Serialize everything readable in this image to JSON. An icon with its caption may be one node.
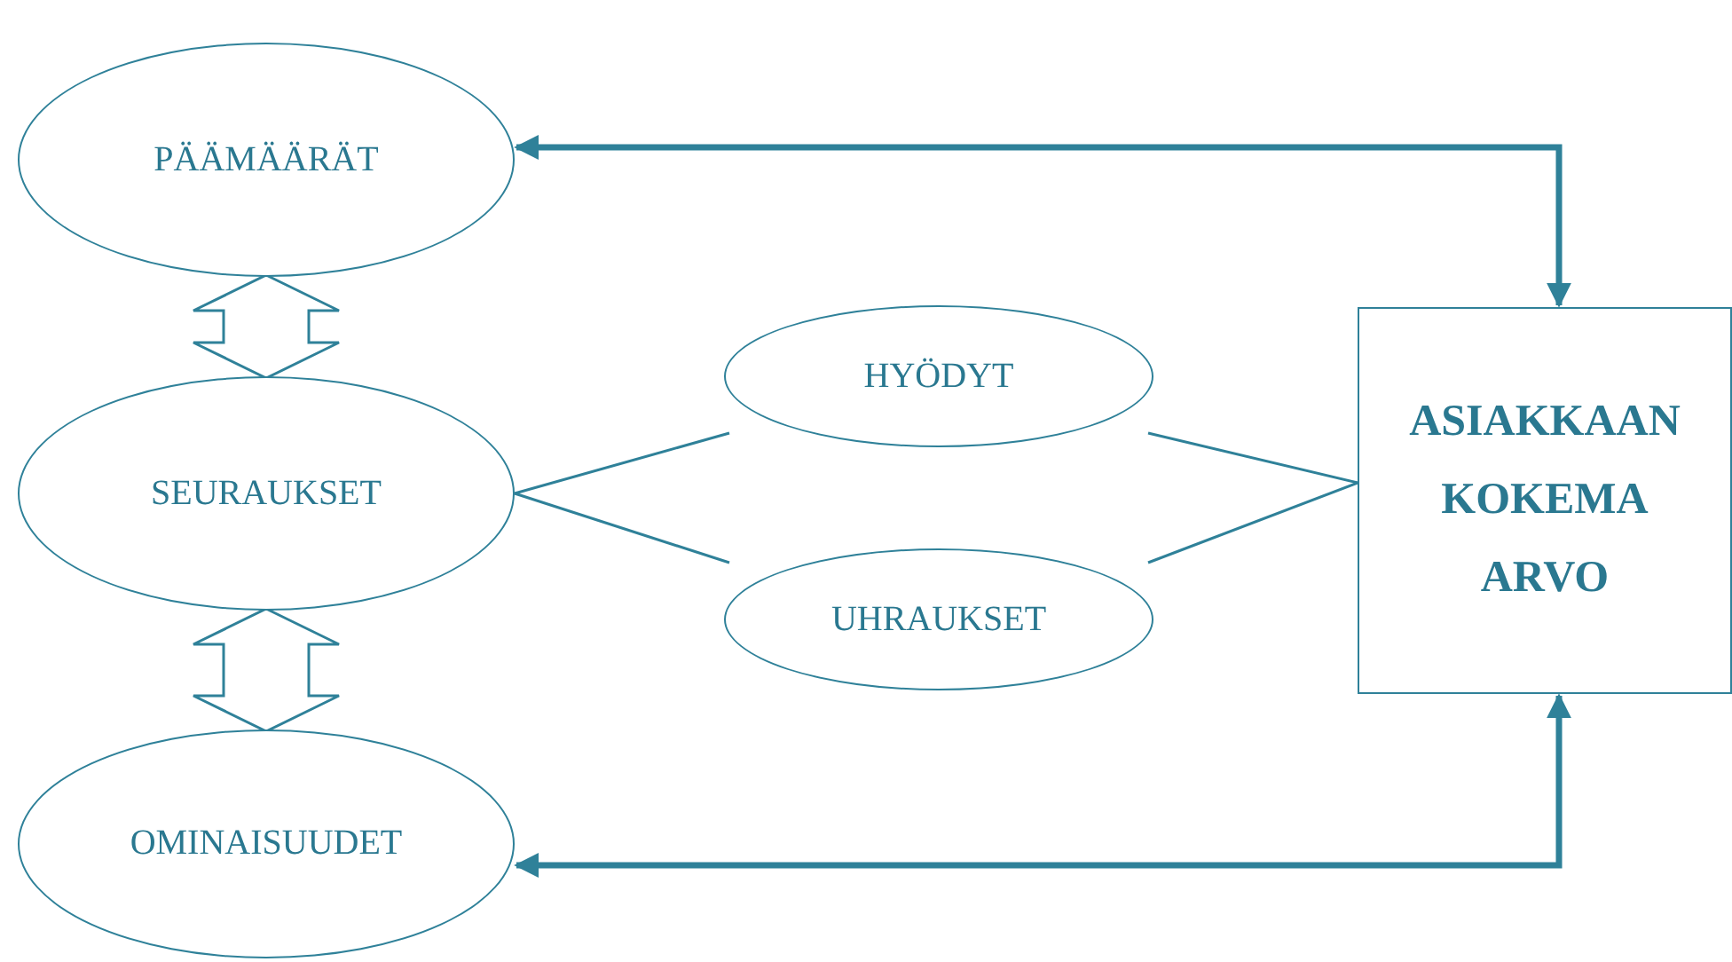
{
  "diagram": {
    "nodes": [
      {
        "text": [
          "PÄÄMÄÄRÄT"
        ]
      },
      {
        "text": [
          "SEURAUKSET"
        ]
      },
      {
        "text": [
          "OMINAISUUDET"
        ]
      },
      {
        "text": [
          "HYÖDYT"
        ]
      },
      {
        "text": [
          "UHRAUKSET"
        ]
      },
      {
        "text": [
          "ASIAKKAAN KOKEMA ARVO"
        ]
      }
    ],
    "edges": [
      {
        "from": 0,
        "to": 1,
        "arrow": "both"
      },
      {
        "from": 1,
        "to": 2,
        "arrow": "both"
      },
      {
        "from": 1,
        "to": 3,
        "arrow": "none"
      },
      {
        "from": 1,
        "to": 4,
        "arrow": "none"
      },
      {
        "from": 3,
        "to": 5,
        "arrow": "none"
      },
      {
        "from": 4,
        "to": 5,
        "arrow": "none"
      },
      {
        "from": 5,
        "to": 0,
        "arrow": "both",
        "style": "thick"
      },
      {
        "from": 5,
        "to": 2,
        "arrow": "both",
        "style": "thick"
      }
    ]
  }
}
